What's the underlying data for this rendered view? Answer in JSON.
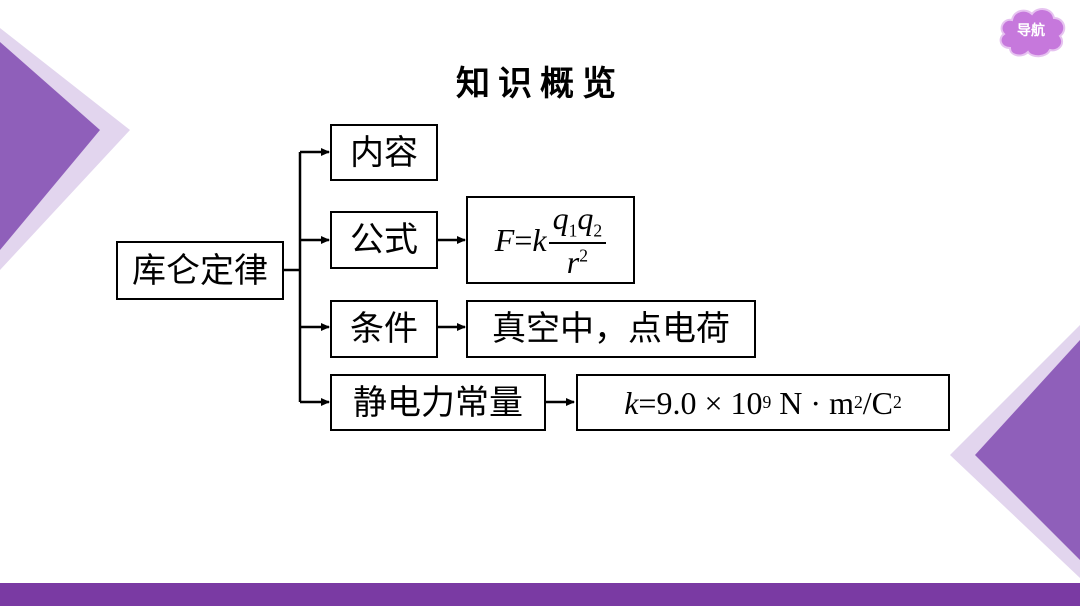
{
  "nav": {
    "label": "导航"
  },
  "title": "知识概览",
  "root": "库仑定律",
  "branches": [
    {
      "label": "内容"
    },
    {
      "label": "公式"
    },
    {
      "label": "条件",
      "detail": "真空中，点电荷"
    },
    {
      "label": "静电力常量"
    }
  ],
  "formula": {
    "lhs": "F",
    "eq": "=",
    "k": "k",
    "num_q1": "q",
    "num_sub1": "1",
    "num_q2": "q",
    "num_sub2": "2",
    "den_r": "r",
    "den_sup": "2"
  },
  "constant": {
    "k": "k",
    "value": "=9.0 × 10",
    "exp": "9",
    "unit_a": " N · m",
    "unit_exp": "2",
    "unit_b": "/C",
    "unit_exp2": "2"
  },
  "colors": {
    "accent": "#7a3aa3",
    "deco_dark": "#8e5cb8",
    "deco_light": "#d9c8e8"
  }
}
